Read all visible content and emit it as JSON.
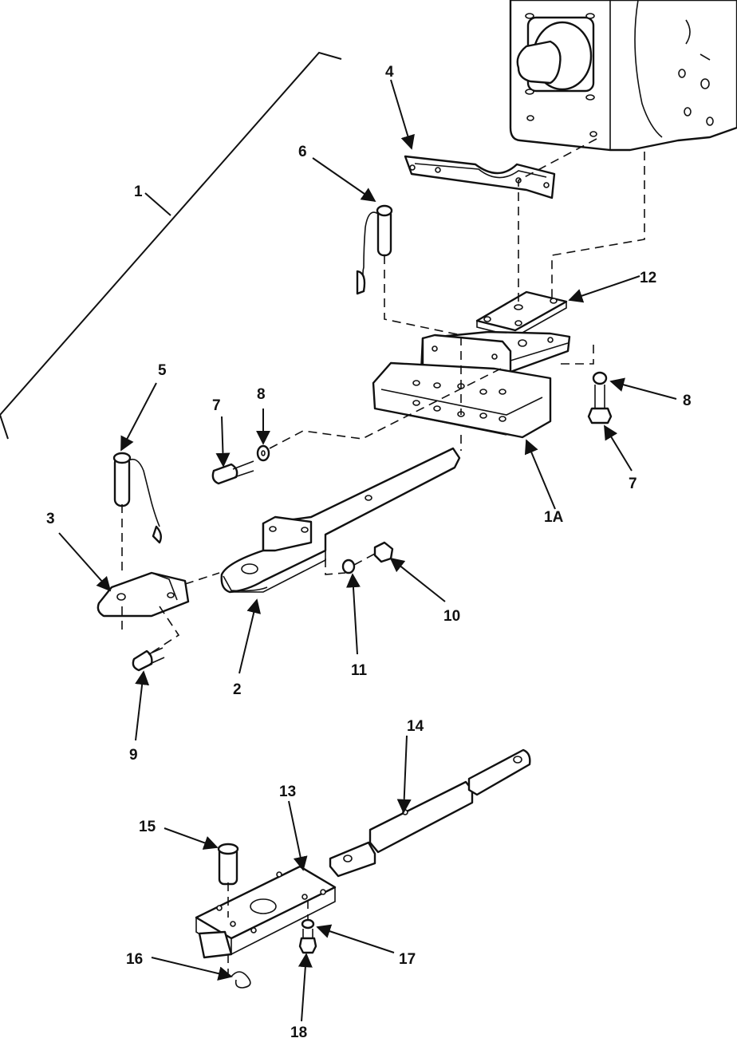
{
  "callouts": {
    "c1": "1",
    "c1a": "1A",
    "c2": "2",
    "c3": "3",
    "c4": "4",
    "c5": "5",
    "c6": "6",
    "c7a": "7",
    "c7b": "7",
    "c8a": "8",
    "c8b": "8",
    "c9": "9",
    "c10": "10",
    "c11": "11",
    "c12": "12",
    "c13": "13",
    "c14": "14",
    "c15": "15",
    "c16": "16",
    "c17": "17",
    "c18": "18"
  },
  "colors": {
    "line": "#111111",
    "background": "#ffffff"
  }
}
